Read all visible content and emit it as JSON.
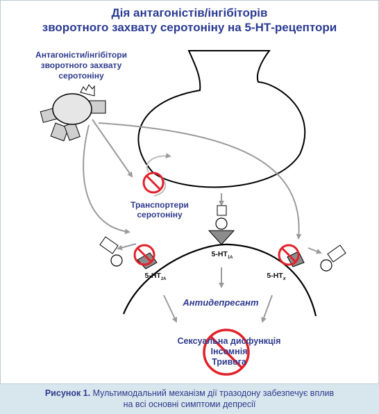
{
  "title_line1": "Дія антагоністів/інгібіторів",
  "title_line2": "зворотного захвату серотоніну на 5-НТ-рецептори",
  "antagonist_label": [
    "Антагоністи/інгібітори",
    "зворотного захвату",
    "серотоніну"
  ],
  "transporter_label": [
    "Транспортери",
    "серотоніну"
  ],
  "receptor_1a": {
    "main": "5-НТ",
    "sub": "1А"
  },
  "receptor_2a": {
    "main": "5-НТ",
    "sub": "2А"
  },
  "receptor_x": {
    "main": "5-НТ",
    "sub": "х"
  },
  "antidepressant_label": "Антидепресант",
  "side_effects": [
    "Сексуальна дисфункція",
    "Інсомнія",
    "Тривога"
  ],
  "caption_number": "Рисунок 1.",
  "caption_text_1": "Мультимодальний механізм дії тразодону забезпечує вплив",
  "caption_text_2": "на всі основні симптоми депресії",
  "colors": {
    "title": "#2a3a92",
    "prohibition": "#e2202a",
    "arrow": "#9a9a9a",
    "caption_bg": "#d8e6ee"
  }
}
